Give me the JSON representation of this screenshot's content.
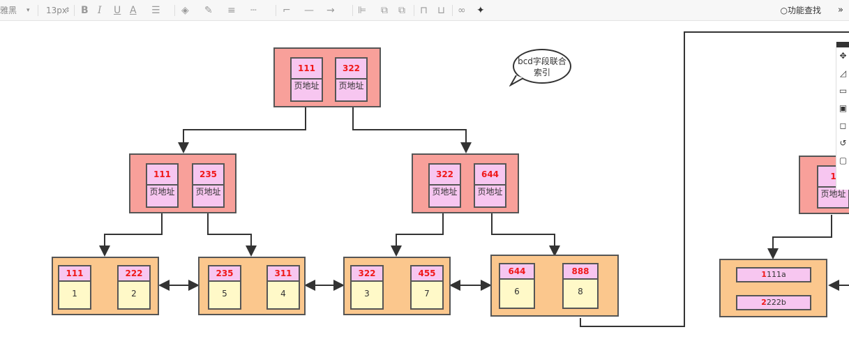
{
  "toolbar": {
    "font_name": "雅黑",
    "font_size": "13px",
    "bold": "B",
    "italic": "I",
    "underline": "U",
    "font_color": "A",
    "search_label": "功能查找"
  },
  "bubble": {
    "text_line1": "bcd字段联合",
    "text_line2": "索引"
  },
  "root": {
    "cells": [
      {
        "key": "111",
        "value": "页地址"
      },
      {
        "key": "322",
        "value": "页地址"
      }
    ]
  },
  "level2_left": {
    "cells": [
      {
        "key": "111",
        "value": "页地址"
      },
      {
        "key": "235",
        "value": "页地址"
      }
    ]
  },
  "level2_right": {
    "cells": [
      {
        "key": "322",
        "value": "页地址"
      },
      {
        "key": "644",
        "value": "页地址"
      }
    ]
  },
  "level2_far": {
    "cells": [
      {
        "key": "1",
        "value": "页地址"
      }
    ]
  },
  "leaves": [
    {
      "cells": [
        {
          "key": "111",
          "value": "1"
        },
        {
          "key": "222",
          "value": "2"
        }
      ]
    },
    {
      "cells": [
        {
          "key": "235",
          "value": "5"
        },
        {
          "key": "311",
          "value": "4"
        }
      ]
    },
    {
      "cells": [
        {
          "key": "322",
          "value": "3"
        },
        {
          "key": "455",
          "value": "7"
        }
      ]
    },
    {
      "cells": [
        {
          "key": "644",
          "value": "6"
        },
        {
          "key": "888",
          "value": "8"
        }
      ]
    }
  ],
  "far_leaf": {
    "rows": [
      {
        "lead": "1",
        "rest": "111a"
      },
      {
        "lead": "2",
        "rest": "222b"
      }
    ]
  },
  "colors": {
    "internal_node": "#f8a09a",
    "leaf_node": "#fbc78d",
    "key_cell": "#f7c6f0",
    "value_cell": "#fff9c8",
    "key_text": "#f01818"
  }
}
